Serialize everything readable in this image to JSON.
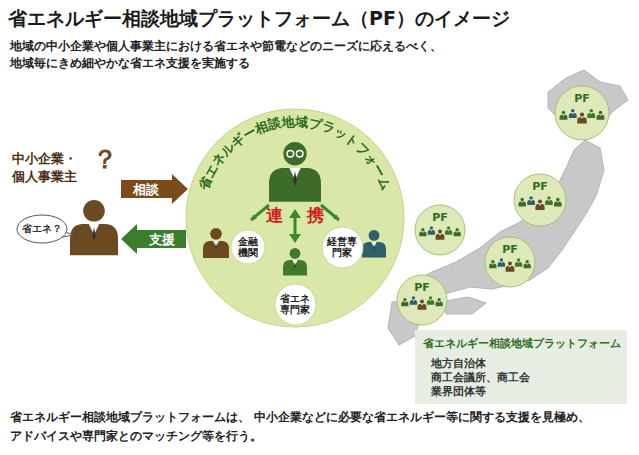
{
  "diagram": {
    "title": "省エネルギー相談地域プラットフォーム（PF）のイメージ",
    "caption": "省エネルギー相談地域プラットフォームは、 中小企業などに必要な省エネルギー等に関する支援を見極め、 アドバイスや専門家とのマッチング等を行う。",
    "nodes": [
      {
        "text": [
          "中小企業・個人事業主"
        ]
      },
      {
        "text": [
          "省エネ？"
        ],
        "in": 0
      },
      {
        "text": [
          "省エネルギー相談地域プラットフォーム",
          "連携"
        ]
      },
      {
        "text": [
          "金融機関"
        ],
        "in": 2
      },
      {
        "text": [
          "省エネ専門家"
        ],
        "in": 2
      },
      {
        "text": [
          "経営専門家"
        ],
        "in": 2
      },
      {
        "text": [
          "PF"
        ]
      },
      {
        "text": [
          "PF"
        ]
      },
      {
        "text": [
          "PF"
        ]
      },
      {
        "text": [
          "PF"
        ]
      },
      {
        "text": [
          "PF"
        ]
      },
      {
        "text": [
          "省エネルギー相談地域プラットフォーム",
          "地方自治体 商工会議所、商工会 業界団体等"
        ]
      }
    ],
    "edges": [
      {
        "from": 0,
        "to": 2,
        "label": "相談",
        "arrow": "to"
      },
      {
        "from": 2,
        "to": 0,
        "label": "支援",
        "arrow": "to"
      }
    ],
    "labels": [
      "地域の中小企業や個人事業主における省エネや節電などのニーズに応えるべく、 地域毎にきめ細やかな省エネ支援を実施する",
      "？"
    ]
  }
}
